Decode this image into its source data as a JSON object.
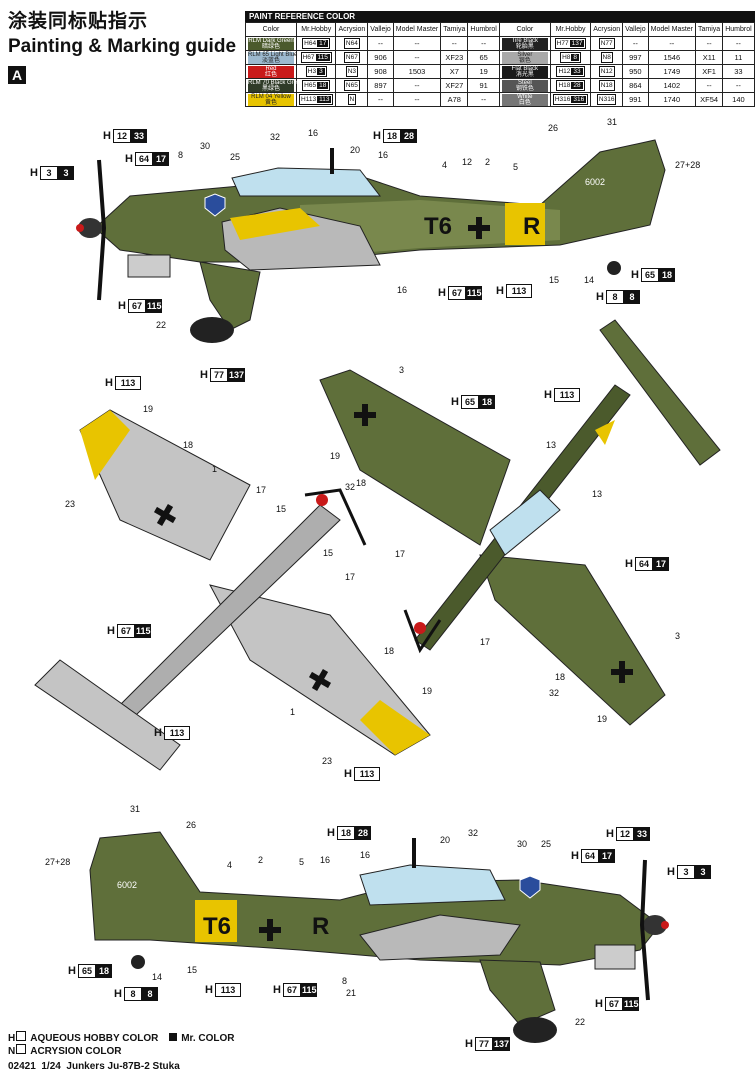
{
  "header": {
    "cn_title": "涂装同标贴指示",
    "en_title": "Painting & Marking guide",
    "section_tag": "A"
  },
  "table": {
    "caption": "PAINT REFERENCE COLOR",
    "headers": [
      "Color",
      "Mr.Hobby",
      "Acrysion",
      "Vallejo",
      "Model Master",
      "Tamiya",
      "Humbrol",
      "Color",
      "Mr.Hobby",
      "Acrysion",
      "Vallejo",
      "Model Master",
      "Tamiya",
      "Humbrol"
    ],
    "rows": [
      {
        "c1": {
          "name": "RLM Dark Green",
          "cn": "暗绿色",
          "color": "#4b5a2c"
        },
        "h1": "64",
        "m1": "17",
        "n1": "64",
        "v1": "--",
        "mm1": "--",
        "t1": "--",
        "hu1": "--",
        "c2": {
          "name": "Tire Black",
          "cn": "轮胎黑",
          "color": "#222"
        },
        "h2": "77",
        "m2": "137",
        "n2": "77",
        "v2": "--",
        "mm2": "--",
        "t2": "--",
        "hu2": "--"
      },
      {
        "c1": {
          "name": "RLM 65 Light Blue",
          "cn": "淡蓝色",
          "color": "#9cb9cf"
        },
        "h1": "67",
        "m1": "115",
        "n1": "67",
        "v1": "906",
        "mm1": "--",
        "t1": "XF23",
        "hu1": "65",
        "c2": {
          "name": "Silver",
          "cn": "银色",
          "color": "#a9a9a9"
        },
        "h2": "8",
        "m2": "8",
        "n2": "8",
        "v2": "997",
        "mm2": "1546",
        "t2": "X11",
        "hu2": "11"
      },
      {
        "c1": {
          "name": "Red",
          "cn": "红色",
          "color": "#c91a1a"
        },
        "h1": "3",
        "m1": "3",
        "n1": "3",
        "v1": "908",
        "mm1": "1503",
        "t1": "X7",
        "hu1": "19",
        "c2": {
          "name": "Flat Black",
          "cn": "消光黑",
          "color": "#1a1a1a"
        },
        "h2": "12",
        "m2": "33",
        "n2": "12",
        "v2": "950",
        "mm2": "1749",
        "t2": "XF1",
        "hu2": "33"
      },
      {
        "c1": {
          "name": "RLM 70 Black Green",
          "cn": "黑绿色",
          "color": "#2f3b28"
        },
        "h1": "65",
        "m1": "18",
        "n1": "65",
        "v1": "897",
        "mm1": "--",
        "t1": "XF27",
        "hu1": "91",
        "c2": {
          "name": "Steel",
          "cn": "钢铁色",
          "color": "#555"
        },
        "h2": "18",
        "m2": "28",
        "n2": "18",
        "v2": "864",
        "mm2": "1402",
        "t2": "--",
        "hu2": "--"
      },
      {
        "c1": {
          "name": "RLM 04 Yellow",
          "cn": "黄色",
          "color": "#e8c400"
        },
        "h1": "113",
        "m1": "113",
        "n1": "",
        "v1": "--",
        "mm1": "--",
        "t1": "A78",
        "hu1": "--",
        "c2": {
          "name": "White",
          "cn": "白色",
          "color": "#777"
        },
        "h2": "316",
        "m2": "316",
        "n2": "316",
        "v2": "991",
        "mm2": "1740",
        "t2": "XF54",
        "hu2": "140"
      }
    ]
  },
  "labels": {
    "h": "H",
    "top_profile": {
      "n1": "32",
      "n2": "16",
      "n3": "20",
      "n4": "18",
      "n5": "28",
      "n6": "16",
      "n7": "26",
      "n8": "31",
      "n9": "27+28",
      "n10": "8",
      "n11": "30",
      "n12": "25",
      "n13": "4",
      "n14": "12",
      "n15": "2",
      "n16": "5",
      "n17": "16",
      "n18": "15",
      "n19": "14",
      "n20": "22",
      "c1a": "12",
      "c1b": "33",
      "c2a": "64",
      "c2b": "17",
      "c3a": "3",
      "c3b": "3",
      "c4a": "67",
      "c4b": "115",
      "c5a": "77",
      "c5b": "137",
      "c6a": "67",
      "c6b": "115",
      "c7a": "113",
      "c8a": "65",
      "c8b": "18",
      "c9a": "8",
      "c9b": "8",
      "c10a": "18",
      "c10b": "28",
      "id_code": "6002",
      "fuselage_left": "T6",
      "fuselage_right": "R"
    },
    "under": {
      "n1": "19",
      "n2": "18",
      "n3": "1",
      "n4": "23",
      "n5": "17",
      "n6": "15",
      "n7": "15",
      "n8": "17",
      "n9": "18",
      "n10": "19",
      "n11": "1",
      "n12": "23",
      "c1a": "113",
      "c2a": "67",
      "c2b": "115",
      "c3a": "113",
      "c4a": "113"
    },
    "upper": {
      "n1": "3",
      "n2": "19",
      "n3": "32",
      "n4": "18",
      "n5": "13",
      "n6": "13",
      "n7": "17",
      "n8": "17",
      "n9": "3",
      "n10": "18",
      "n11": "32",
      "n12": "19",
      "c1a": "65",
      "c1b": "18",
      "c2a": "113",
      "c3a": "64",
      "c3b": "17"
    },
    "bottom_profile": {
      "n1": "31",
      "n2": "26",
      "n3": "27+28",
      "n4": "4",
      "n5": "2",
      "n6": "5",
      "n7": "16",
      "n8": "16",
      "n9": "20",
      "n10": "32",
      "n11": "30",
      "n12": "25",
      "n13": "14",
      "n14": "15",
      "n15": "8",
      "n16": "21",
      "n17": "22",
      "c1a": "18",
      "c1b": "28",
      "c2a": "12",
      "c2b": "33",
      "c3a": "64",
      "c3b": "17",
      "c4a": "3",
      "c4b": "3",
      "c5a": "65",
      "c5b": "18",
      "c6a": "8",
      "c6b": "8",
      "c7a": "113",
      "c8a": "67",
      "c8b": "115",
      "c9a": "67",
      "c9b": "115",
      "c10a": "77",
      "c10b": "137",
      "id_code": "6002",
      "fuselage_left": "T6",
      "fuselage_right": "R"
    }
  },
  "legend": {
    "l1a": "H",
    "l1b": "AQUEOUS HOBBY COLOR",
    "l1c": "Mr. COLOR",
    "l2a": "N",
    "l2b": "ACRYSION COLOR"
  },
  "footer": {
    "code": "02421",
    "scale": "1/24",
    "name": "Junkers Ju-87B-2 Stuka"
  }
}
